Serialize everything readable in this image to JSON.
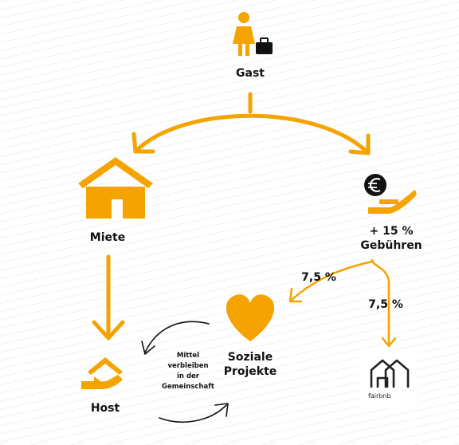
{
  "nodes": {
    "gast": "Gast",
    "miete": "Miete",
    "gebuehren_line1": "+ 15 %",
    "gebuehren_line2": "Gebühren",
    "soziale_line1": "Soziale",
    "soziale_line2": "Projekte",
    "host": "Host",
    "fairbnb": "fairbnb"
  },
  "flows": {
    "split_left": "7,5 %",
    "split_right": "7,5 %",
    "community_line1": "Mittel",
    "community_line2": "verbleiben",
    "community_line3": "in der",
    "community_line4": "Gemeinschaft"
  },
  "icons": {
    "gast": "person-with-suitcase-icon",
    "miete": "house-icon",
    "gebuehren": "euro-coin-hand-icon",
    "soziale": "heart-icon",
    "host": "house-in-hand-icon",
    "fairbnb": "fairbnb-logo-icon"
  },
  "colors": {
    "accent": "#F4A300",
    "text": "#111111",
    "cycle_arrows": "#111111"
  }
}
